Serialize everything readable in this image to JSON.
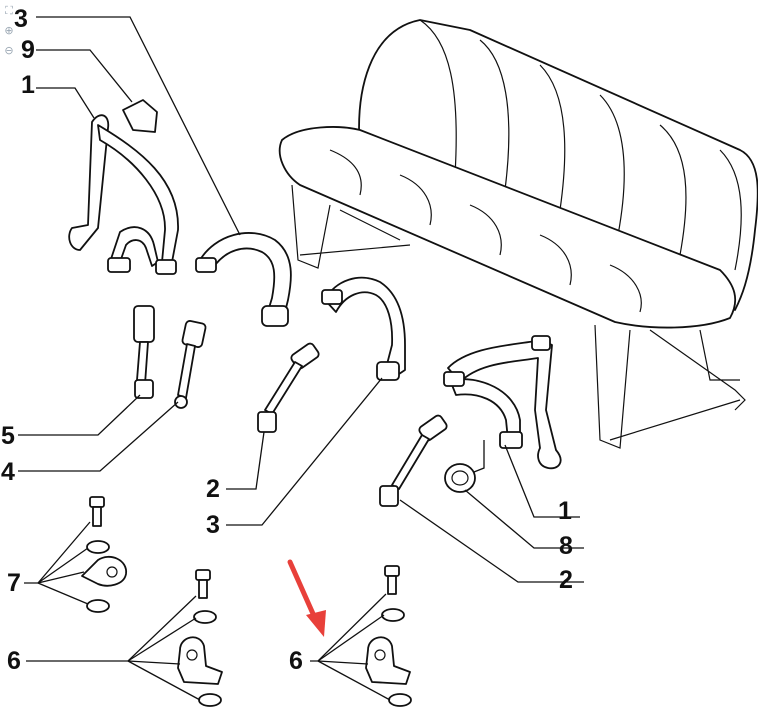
{
  "callouts": {
    "c3_top": "3",
    "c9": "9",
    "c1_left": "1",
    "c5": "5",
    "c4": "4",
    "c2_mid": "2",
    "c3_mid": "3",
    "c1_right": "1",
    "c8": "8",
    "c2_right": "2",
    "c7": "7",
    "c6_left": "6",
    "c6_right": "6"
  },
  "colors": {
    "arrow": "#e8403a",
    "line": "#111111",
    "tools": "#9aa7b3"
  },
  "toolbar": {
    "icons": [
      "fit-to-page-icon",
      "zoom-in-icon",
      "zoom-out-icon"
    ]
  }
}
